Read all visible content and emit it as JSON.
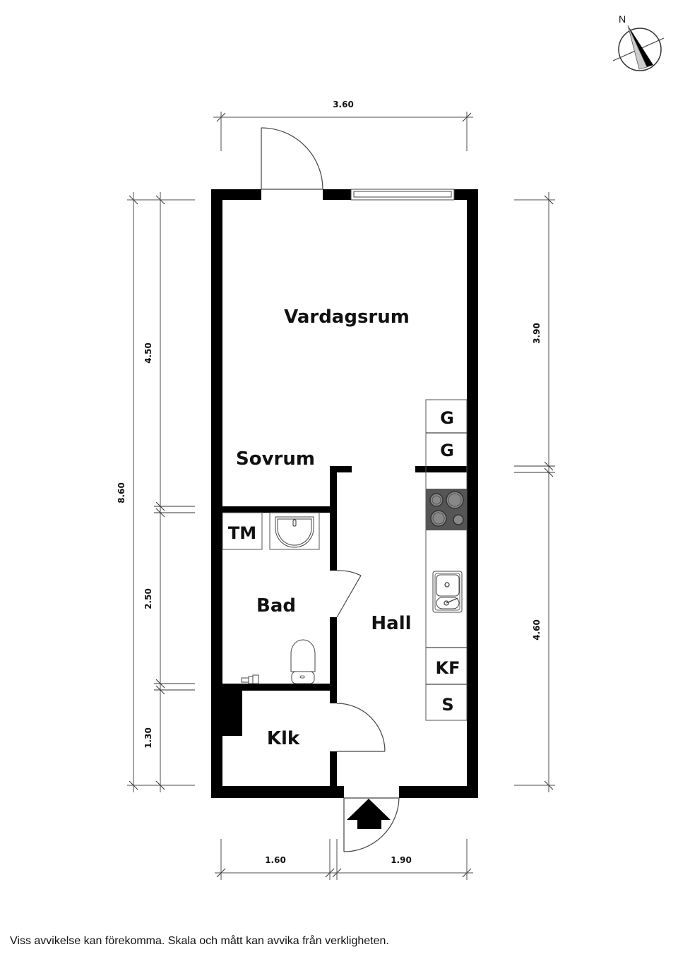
{
  "compass": {
    "label": "N",
    "icon": "north-arrow-icon"
  },
  "rooms": {
    "vardagsrum": "Vardagsrum",
    "sovrum": "Sovrum",
    "bad": "Bad",
    "hall": "Hall",
    "klk": "Klk"
  },
  "fixtures": {
    "g1": "G",
    "g2": "G",
    "tm": "TM",
    "kf": "KF",
    "s": "S",
    "stove": "stove-icon",
    "sink": "kitchen-sink-icon",
    "washbasin": "washbasin-icon",
    "toilet": "toilet-icon",
    "entrance": "entrance-arrow-icon"
  },
  "dimensions": {
    "top_width": "3.60",
    "left_total": "8.60",
    "left_upper": "4.50",
    "left_middle": "2.50",
    "left_lower": "1.30",
    "right_upper": "3.90",
    "right_lower": "4.60",
    "bottom_left": "1.60",
    "bottom_right": "1.90"
  },
  "footer": {
    "disclaimer": "Viss avvikelse kan förekomma. Skala och mått kan avvika från verkligheten."
  }
}
